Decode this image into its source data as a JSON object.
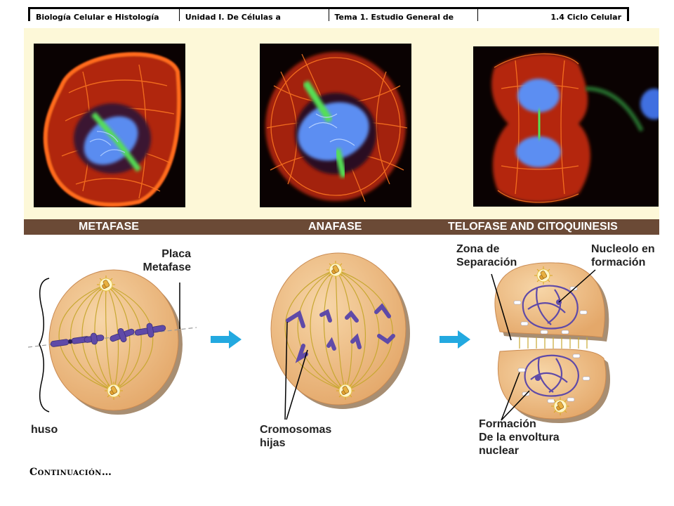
{
  "header": {
    "cells": [
      "Biología Celular e Histología",
      "Unidad I. De Células a",
      "Tema 1. Estudio General de",
      "1.4 Ciclo Celular"
    ]
  },
  "phases": [
    "METAFASE",
    "ANAFASE",
    "TELOFASE AND CITOQUINESIS"
  ],
  "labels": {
    "placa": "Placa\nMetafase",
    "huso": "huso",
    "cromosomas": "Cromosomas\nhijas",
    "zona": "Zona de\nSeparación",
    "nucleolo": "Nucleolo en\nformación",
    "envoltura": "Formación\nDe la envoltura\nnuclear"
  },
  "footer": {
    "continuation": "Continuación…"
  },
  "colors": {
    "cream": "#fdf8d8",
    "bar": "#6b4a36",
    "cell_fill": "#eebf8a",
    "cell_shadow": "#a88e72",
    "spindle": "#c8a832",
    "chromosome": "#5f4aa8",
    "arrow": "#23a9e0"
  },
  "icons": [
    "right-arrow-icon",
    "centrosome-icon"
  ]
}
